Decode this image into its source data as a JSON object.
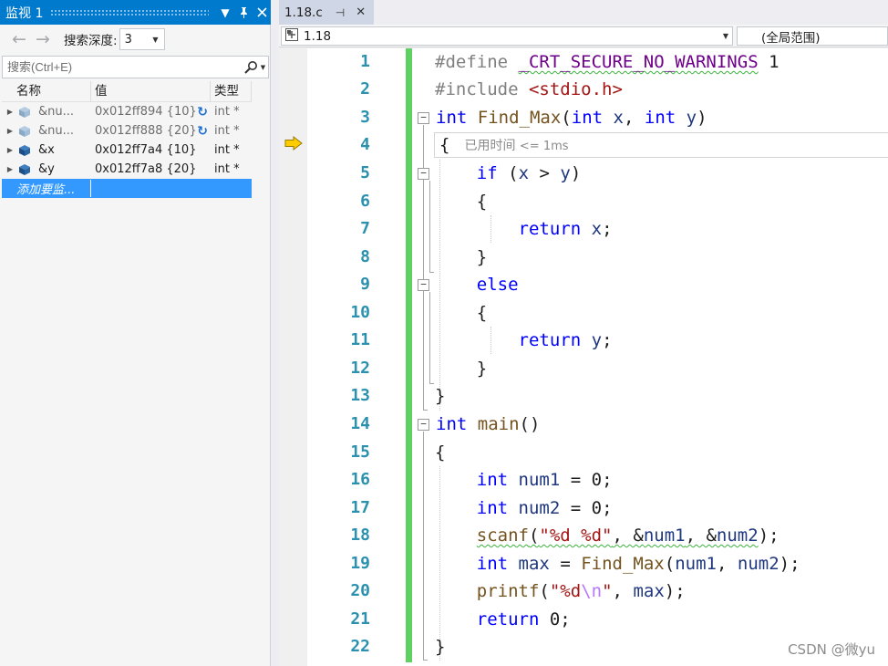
{
  "watch": {
    "title": "监视 1",
    "depth_label": "搜索深度:",
    "depth_value": "3",
    "search_placeholder": "搜索(Ctrl+E)",
    "columns": {
      "name": "名称",
      "value": "值",
      "type": "类型"
    },
    "rows": [
      {
        "name": "&nu...",
        "value": "0x012ff894 {10}",
        "type": "int *",
        "stale": true
      },
      {
        "name": "&nu...",
        "value": "0x012ff888 {20}",
        "type": "int *",
        "stale": true
      },
      {
        "name": "&x",
        "value": "0x012ff7a4 {10}",
        "type": "int *",
        "stale": false
      },
      {
        "name": "&y",
        "value": "0x012ff7a8 {20}",
        "type": "int *",
        "stale": false
      }
    ],
    "add_row": "添加要监..."
  },
  "editor": {
    "tab_name": "1.18.c",
    "nav_scope": "1.18",
    "nav_member": "(全局范围)",
    "perf_tip": "已用时间",
    "perf_value": "<= 1ms",
    "line_numbers": [
      "1",
      "2",
      "3",
      "4",
      "5",
      "6",
      "7",
      "8",
      "9",
      "10",
      "11",
      "12",
      "13",
      "14",
      "15",
      "16",
      "17",
      "18",
      "19",
      "20",
      "21",
      "22"
    ],
    "code": {
      "l1": {
        "kw": "#define",
        "macro": "_CRT_SECURE_NO_WARNINGS",
        "val": "1"
      },
      "l2": {
        "kw": "#include",
        "header": "<stdio.h>"
      },
      "l3": {
        "t1": "int",
        "fn": "Find_Max",
        "p1": "(",
        "t2": "int",
        "v1": "x",
        "c": ",",
        "t3": "int",
        "v2": "y",
        "p2": ")"
      },
      "l4": {
        "brace": "{"
      },
      "l5": {
        "kw": "if",
        "open": "(",
        "v1": "x",
        "op": ">",
        "v2": "y",
        "close": ")"
      },
      "l6": {
        "brace": "{"
      },
      "l7": {
        "kw": "return",
        "v": "x",
        "semi": ";"
      },
      "l8": {
        "brace": "}"
      },
      "l9": {
        "kw": "else"
      },
      "l10": {
        "brace": "{"
      },
      "l11": {
        "kw": "return",
        "v": "y",
        "semi": ";"
      },
      "l12": {
        "brace": "}"
      },
      "l13": {
        "brace": "}"
      },
      "l14": {
        "t": "int",
        "fn": "main",
        "p": "()"
      },
      "l15": {
        "brace": "{"
      },
      "l16": {
        "t": "int",
        "v": "num1",
        "rest": "= 0;"
      },
      "l17": {
        "t": "int",
        "v": "num2",
        "rest": "= 0;"
      },
      "l18": {
        "fn": "scanf",
        "open": "(",
        "str": "\"%d %d\"",
        "c1": ", &",
        "v1": "num1",
        "c2": ", &",
        "v2": "num2",
        "close": ");"
      },
      "l19": {
        "t": "int",
        "v": "max",
        "eq": "=",
        "fn": "Find_Max",
        "open": "(",
        "v1": "num1",
        "c": ",",
        "v2": "num2",
        "close": ");"
      },
      "l20": {
        "fn": "printf",
        "open": "(",
        "str1": "\"%d",
        "esc": "\\n",
        "str2": "\"",
        "c": ",",
        "v": "max",
        "close": ");"
      },
      "l21": {
        "kw": "return",
        "rest": "0;"
      },
      "l22": {
        "brace": "}"
      }
    }
  },
  "watermark": "CSDN @微yu",
  "colors": {
    "accent": "#007acc",
    "keyword": "#0000ff",
    "string": "#a31515",
    "macro": "#6f008a",
    "function": "#74531f",
    "line_number": "#2b91af",
    "change_bar": "#5fd162",
    "selection": "#3399ff"
  }
}
